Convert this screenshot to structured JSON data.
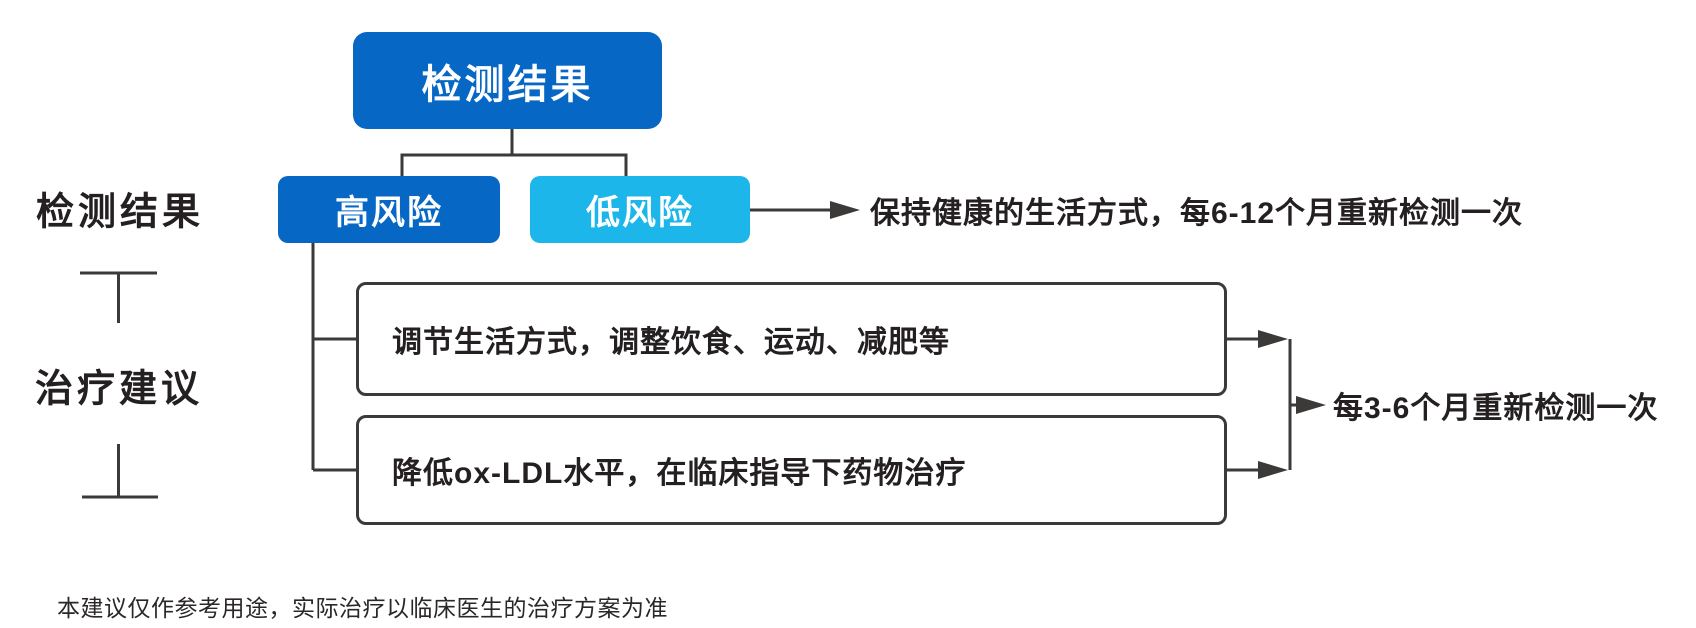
{
  "colors": {
    "primary_blue": "#0667C5",
    "light_blue": "#1CB6EA",
    "line": "#3B3A38",
    "text_dark": "#242021"
  },
  "diagram": {
    "root_label": "检测结果",
    "high_risk_label": "高风险",
    "low_risk_label": "低风险",
    "low_risk_advice": "保持健康的生活方式，每6-12个月重新检测一次",
    "treatment_box_1": "调节生活方式，调整饮食、运动、减肥等",
    "treatment_box_2": "降低ox-LDL水平，在临床指导下药物治疗",
    "treatment_followup": "每3-6个月重新检测一次"
  },
  "side_labels": {
    "results": "检测结果",
    "treatment": "治疗建议"
  },
  "footer": {
    "disclaimer": "本建议仅作参考用途，实际治疗以临床医生的治疗方案为准"
  }
}
